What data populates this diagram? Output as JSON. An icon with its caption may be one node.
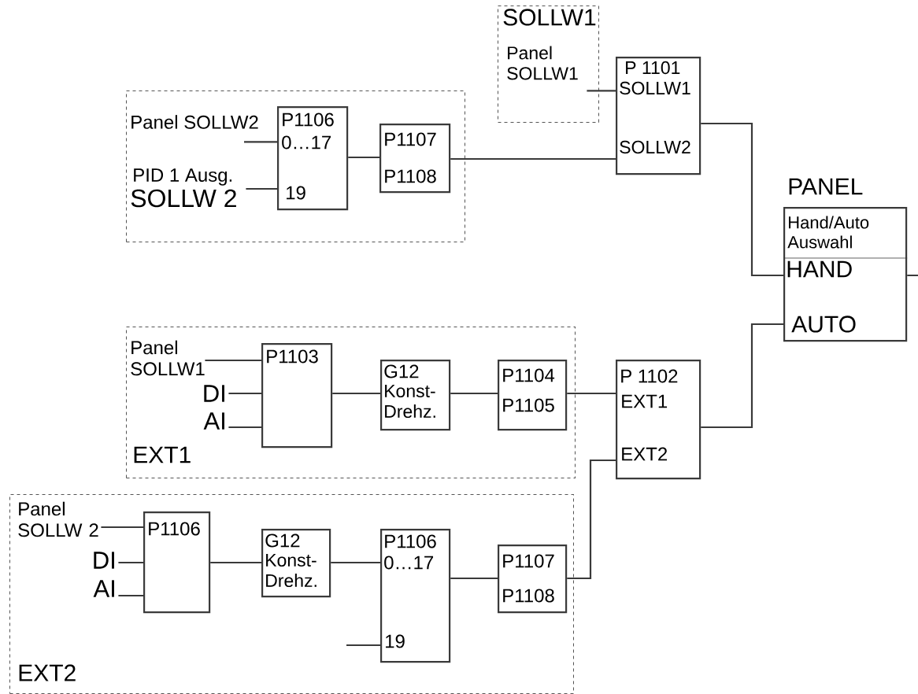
{
  "diagram": {
    "nodes": [
      {
        "text": [],
        "shape": "box"
      },
      {
        "text": [
          "Panel SOLLW2"
        ],
        "in": 0
      },
      {
        "text": [
          "PID 1 Ausg.",
          "SOLLW 2"
        ],
        "in": 0
      },
      {
        "text": [
          "P1106",
          "0…17",
          "19"
        ],
        "in": 0
      },
      {
        "text": [
          "P1107",
          "P1108"
        ],
        "in": 0
      },
      {
        "text": [
          "SOLLW1"
        ]
      },
      {
        "text": [
          "Panel SOLLW1"
        ],
        "in": 5
      },
      {
        "text": [
          "P 1101",
          "SOLLW1",
          "SOLLW2"
        ]
      },
      {
        "text": [
          "PANEL",
          "Hand/Auto Auswahl",
          "HAND",
          "AUTO"
        ]
      },
      {
        "text": [
          "EXT1"
        ]
      },
      {
        "text": [
          "Panel SOLLW1"
        ],
        "in": 9
      },
      {
        "text": [
          "DI"
        ],
        "in": 9
      },
      {
        "text": [
          "AI"
        ],
        "in": 9
      },
      {
        "text": [
          "P1103"
        ],
        "in": 9
      },
      {
        "text": [
          "G12",
          "Konst- Drehz."
        ],
        "in": 9
      },
      {
        "text": [
          "P1104",
          "P1105"
        ],
        "in": 9
      },
      {
        "text": [
          "P 1102",
          "EXT1",
          "EXT2"
        ]
      },
      {
        "text": [
          "EXT2"
        ]
      },
      {
        "text": [
          "Panel SOLLW 2"
        ],
        "in": 17
      },
      {
        "text": [
          "DI"
        ],
        "in": 17
      },
      {
        "text": [
          "AI"
        ],
        "in": 17
      },
      {
        "text": [
          "P1106"
        ],
        "in": 17
      },
      {
        "text": [
          "G12",
          "Konst- Drehz."
        ],
        "in": 17
      },
      {
        "text": [
          "P1106",
          "0…17",
          "19"
        ],
        "in": 17
      },
      {
        "text": [
          "P1107",
          "P1108"
        ],
        "in": 17
      }
    ],
    "edges": [
      {
        "from": 1,
        "to": 3,
        "arrow": "none"
      },
      {
        "from": 2,
        "to": 3,
        "arrow": "none"
      },
      {
        "from": 3,
        "to": 4,
        "arrow": "none"
      },
      {
        "from": 4,
        "to": 7,
        "arrow": "none"
      },
      {
        "from": 6,
        "to": 7,
        "arrow": "none"
      },
      {
        "from": 7,
        "to": 8,
        "arrow": "none"
      },
      {
        "from": 8,
        "to": null,
        "arrow": "none"
      },
      {
        "from": 10,
        "to": 13,
        "arrow": "none"
      },
      {
        "from": 11,
        "to": 13,
        "arrow": "none"
      },
      {
        "from": 12,
        "to": 13,
        "arrow": "none"
      },
      {
        "from": 13,
        "to": 14,
        "arrow": "none"
      },
      {
        "from": 14,
        "to": 15,
        "arrow": "none"
      },
      {
        "from": 15,
        "to": 16,
        "arrow": "none"
      },
      {
        "from": 16,
        "to": 8,
        "arrow": "none"
      },
      {
        "from": 18,
        "to": 21,
        "arrow": "none"
      },
      {
        "from": 19,
        "to": 21,
        "arrow": "none"
      },
      {
        "from": 20,
        "to": 21,
        "arrow": "none"
      },
      {
        "from": 21,
        "to": 22,
        "arrow": "none"
      },
      {
        "from": 22,
        "to": 23,
        "arrow": "none"
      },
      {
        "from": null,
        "to": 23,
        "arrow": "none"
      },
      {
        "from": 23,
        "to": 24,
        "arrow": "none"
      },
      {
        "from": 24,
        "to": 16,
        "arrow": "none"
      }
    ]
  }
}
